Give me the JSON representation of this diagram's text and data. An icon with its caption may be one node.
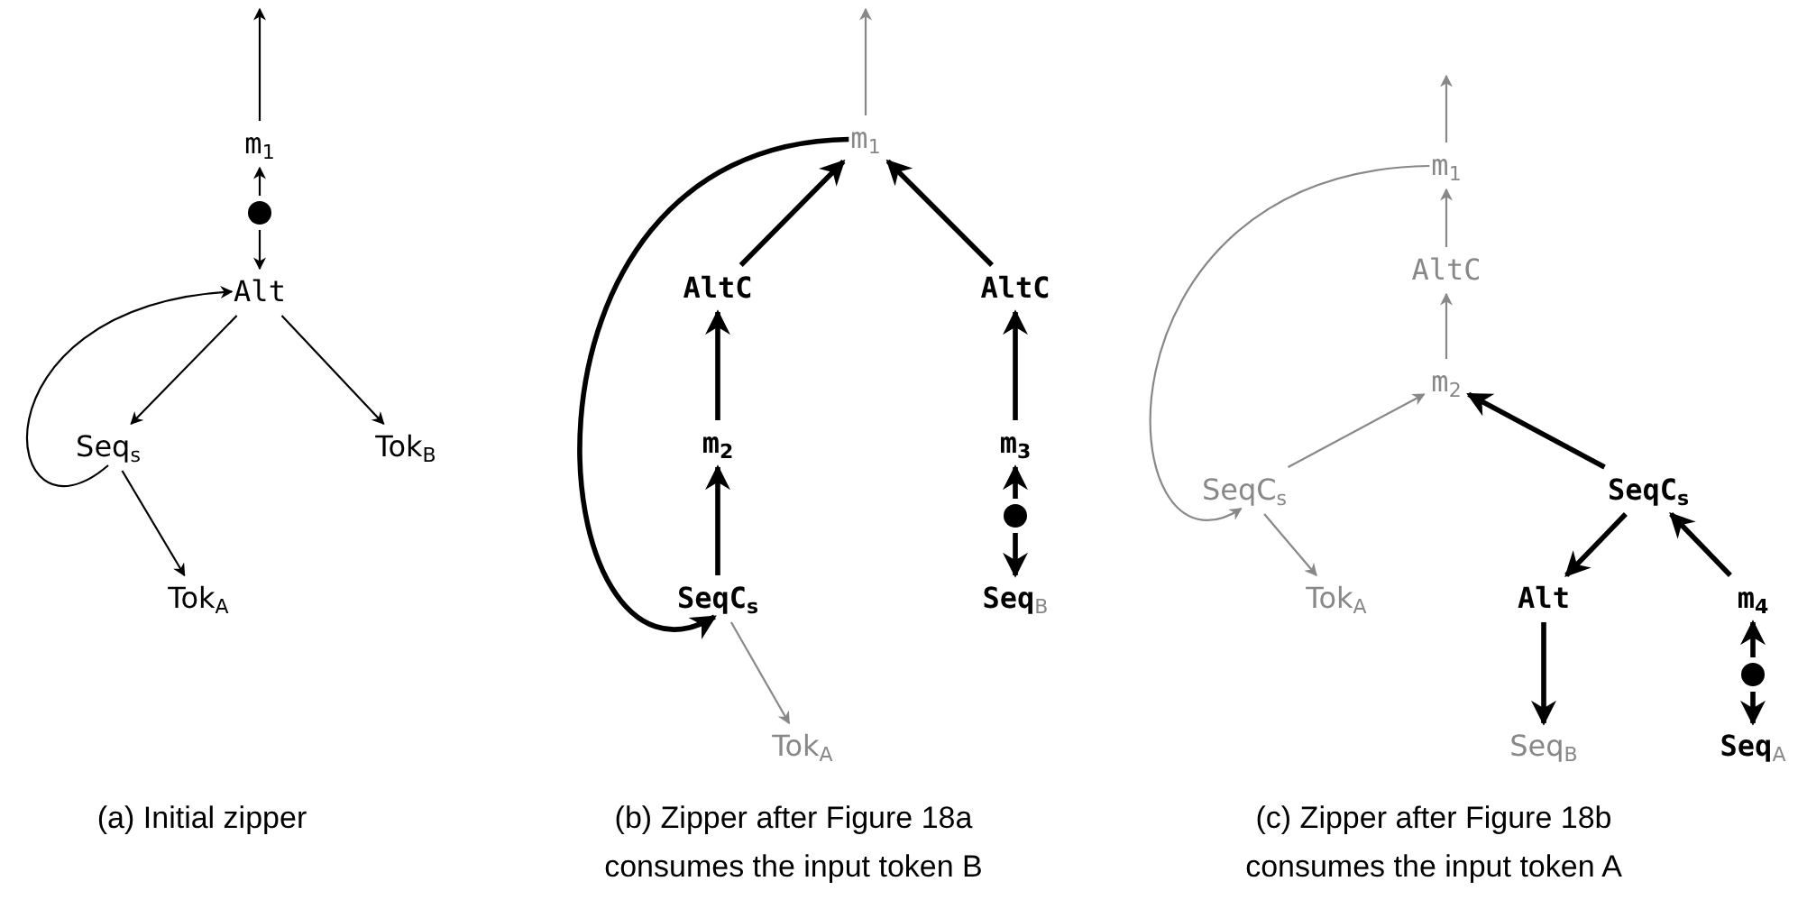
{
  "diagram": {
    "nodes": [
      {
        "text": [
          "m$_{1}$"
        ]
      },
      {
        "text": [],
        "shape": "circle"
      },
      {
        "text": [
          "Alt"
        ]
      },
      {
        "text": [
          "Seq$_{s}$"
        ]
      },
      {
        "text": [
          "Tok$_{B}$"
        ]
      },
      {
        "text": [
          "Tok$_{A}$"
        ]
      },
      {
        "text": [
          "m$_{1}$"
        ]
      },
      {
        "text": [
          "AltC"
        ]
      },
      {
        "text": [
          "AltC"
        ]
      },
      {
        "text": [
          "m$_{2}$"
        ]
      },
      {
        "text": [
          "m$_{3}$"
        ]
      },
      {
        "text": [],
        "shape": "circle"
      },
      {
        "text": [
          "SeqC$_{s}$"
        ]
      },
      {
        "text": [
          "Seq$_{B}$"
        ]
      },
      {
        "text": [
          "Tok$_{A}$"
        ]
      },
      {
        "text": [
          "m$_{1}$"
        ]
      },
      {
        "text": [
          "AltC"
        ]
      },
      {
        "text": [
          "m$_{2}$"
        ]
      },
      {
        "text": [
          "SeqC$_{s}$"
        ]
      },
      {
        "text": [
          "Tok$_{A}$"
        ]
      },
      {
        "text": [
          "SeqC$_{s}$"
        ]
      },
      {
        "text": [
          "Alt"
        ]
      },
      {
        "text": [
          "m$_{4}$"
        ]
      },
      {
        "text": [],
        "shape": "circle"
      },
      {
        "text": [
          "Seq$_{B}$"
        ]
      },
      {
        "text": [
          "Seq$_{A}$"
        ]
      }
    ],
    "edges": [
      {
        "from": 0,
        "to": null,
        "arrow": "to"
      },
      {
        "from": 1,
        "to": 0,
        "arrow": "to"
      },
      {
        "from": 1,
        "to": 2,
        "arrow": "to"
      },
      {
        "from": 2,
        "to": 3,
        "arrow": "to"
      },
      {
        "from": 2,
        "to": 4,
        "arrow": "to"
      },
      {
        "from": 3,
        "to": 5,
        "arrow": "to"
      },
      {
        "from": 3,
        "to": 2,
        "arrow": "to"
      },
      {
        "from": 6,
        "to": null,
        "arrow": "to",
        "color": "#888888"
      },
      {
        "from": 7,
        "to": 6,
        "arrow": "to",
        "style": "thick"
      },
      {
        "from": 8,
        "to": 6,
        "arrow": "to",
        "style": "thick"
      },
      {
        "from": 9,
        "to": 7,
        "arrow": "to",
        "style": "thick"
      },
      {
        "from": 10,
        "to": 8,
        "arrow": "to",
        "style": "thick"
      },
      {
        "from": 11,
        "to": 10,
        "arrow": "to",
        "style": "thick"
      },
      {
        "from": 11,
        "to": 13,
        "arrow": "to",
        "style": "thick"
      },
      {
        "from": 12,
        "to": 9,
        "arrow": "to",
        "style": "thick"
      },
      {
        "from": 12,
        "to": 14,
        "arrow": "to",
        "color": "#888888"
      },
      {
        "from": 6,
        "to": 12,
        "arrow": "to",
        "style": "thick"
      },
      {
        "from": 15,
        "to": null,
        "arrow": "to",
        "color": "#888888"
      },
      {
        "from": 16,
        "to": 15,
        "arrow": "to",
        "color": "#888888"
      },
      {
        "from": 17,
        "to": 16,
        "arrow": "to",
        "color": "#888888"
      },
      {
        "from": 18,
        "to": 17,
        "arrow": "to",
        "color": "#888888"
      },
      {
        "from": 20,
        "to": 17,
        "arrow": "to",
        "style": "thick"
      },
      {
        "from": 18,
        "to": 19,
        "arrow": "to",
        "color": "#888888"
      },
      {
        "from": 15,
        "to": 18,
        "arrow": "to",
        "color": "#888888"
      },
      {
        "from": 20,
        "to": 21,
        "arrow": "to",
        "style": "thick"
      },
      {
        "from": 22,
        "to": 20,
        "arrow": "to",
        "style": "thick"
      },
      {
        "from": 21,
        "to": 24,
        "arrow": "to",
        "style": "thick"
      },
      {
        "from": 23,
        "to": 22,
        "arrow": "to",
        "style": "thick"
      },
      {
        "from": 23,
        "to": 25,
        "arrow": "to",
        "style": "thick"
      }
    ],
    "labels": [
      "(a) Initial zipper",
      "(b) Zipper after Figure 18a consumes the input token B",
      "(c) Zipper after Figure 18b consumes the input token A"
    ]
  }
}
